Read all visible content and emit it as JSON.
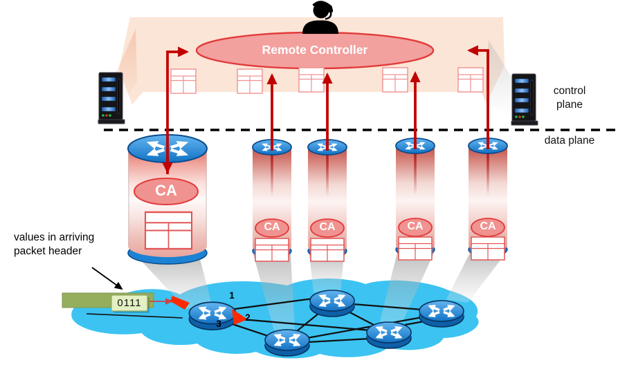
{
  "controller": {
    "label": "Remote Controller"
  },
  "plane_labels": {
    "control": "control plane",
    "data": "data plane"
  },
  "packet": {
    "note": "values in arriving packet header",
    "header_bits": "0111"
  },
  "router_ports": {
    "port1": "1",
    "port2": "2",
    "port3": "3"
  },
  "switch_agents": [
    {
      "ca": "CA"
    },
    {
      "ca": "CA"
    },
    {
      "ca": "CA"
    },
    {
      "ca": "CA"
    },
    {
      "ca": "CA"
    }
  ],
  "icons": {
    "operator": "operator-headset-icon",
    "server": "server-tower-icon",
    "router": "router-icon",
    "flow_table": "flow-table-icon",
    "switch": "switch-cylinder"
  },
  "colors": {
    "plane_bg": "#FBE5D6",
    "controller_fill": "#F2A19F",
    "accent_red": "#C00000",
    "bright_red": "#FF2A00",
    "cloud_blue": "#3CC3F2",
    "router_blue": "#1272C4",
    "packet_green": "#94AE5E",
    "bits_bg": "#E3F0C2",
    "ca_fill": "#F0928F"
  }
}
